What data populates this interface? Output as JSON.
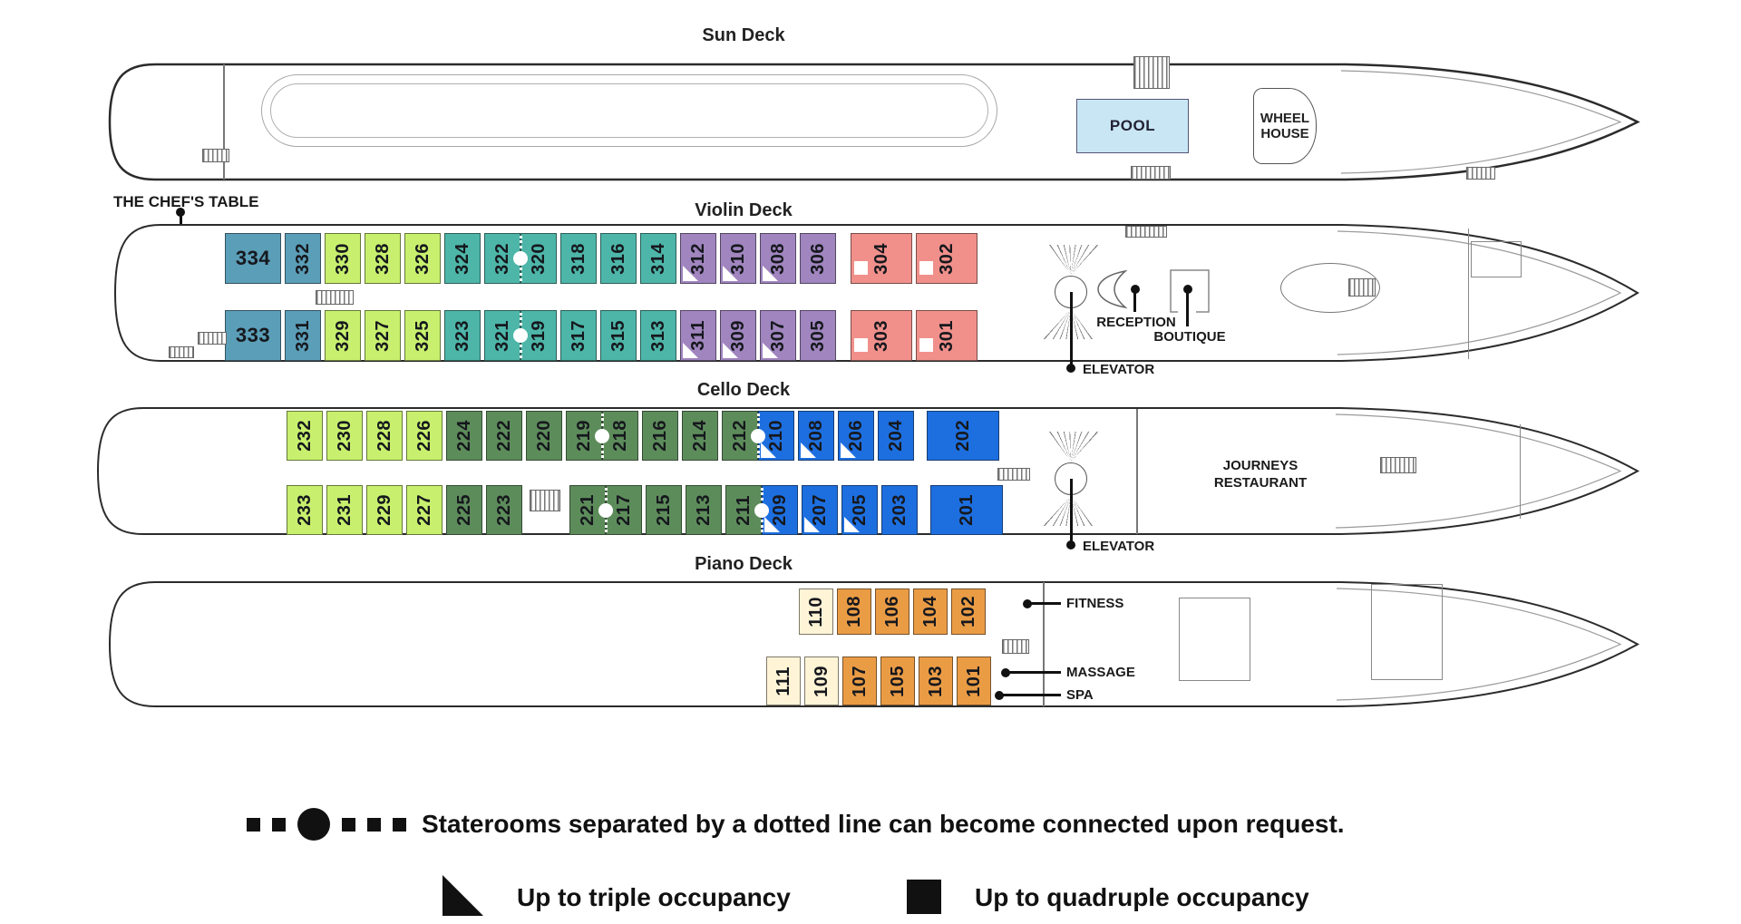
{
  "colors": {
    "steelblue": "#5B9EB8",
    "lightgreen": "#C8F06E",
    "teal": "#4DB6A9",
    "purple": "#A085BF",
    "salmon": "#F1908B",
    "darkgreen": "#5D8C5B",
    "blue": "#1D6FE0",
    "cream": "#FFF4D6",
    "orange": "#EA9C45",
    "pool": "#C9E6F5"
  },
  "decks": {
    "sun": {
      "title": "Sun Deck",
      "pool_label": "POOL",
      "wheelhouse_label": [
        "WHEEL",
        "HOUSE"
      ]
    },
    "violin": {
      "title": "Violin Deck",
      "chefs_table_label": "THE CHEF'S TABLE",
      "reception_label": "RECEPTION",
      "boutique_label": "BOUTIQUE",
      "elevator_label": "ELEVATOR",
      "rows": [
        [
          {
            "n": "334",
            "c": "steelblue",
            "k": "wide",
            "h": true
          },
          {
            "n": "332",
            "c": "steelblue"
          },
          {
            "n": "330",
            "c": "lightgreen"
          },
          {
            "n": "328",
            "c": "lightgreen"
          },
          {
            "n": "326",
            "c": "lightgreen"
          },
          {
            "n": "324",
            "c": "teal"
          },
          {
            "n": "322",
            "c": "teal",
            "conn": true
          },
          {
            "n": "320",
            "c": "teal"
          },
          {
            "n": "318",
            "c": "teal"
          },
          {
            "n": "316",
            "c": "teal"
          },
          {
            "n": "314",
            "c": "teal"
          },
          {
            "n": "312",
            "c": "purple",
            "tri": true
          },
          {
            "n": "310",
            "c": "purple",
            "tri": true
          },
          {
            "n": "308",
            "c": "purple",
            "tri": true
          },
          {
            "n": "306",
            "c": "purple"
          },
          {
            "n": "304",
            "c": "salmon",
            "k": "suite",
            "quad": true,
            "gap": 12
          },
          {
            "n": "302",
            "c": "salmon",
            "k": "suite",
            "quad": true
          }
        ],
        [
          {
            "n": "333",
            "c": "steelblue",
            "k": "wide",
            "h": true
          },
          {
            "n": "331",
            "c": "steelblue"
          },
          {
            "n": "329",
            "c": "lightgreen"
          },
          {
            "n": "327",
            "c": "lightgreen"
          },
          {
            "n": "325",
            "c": "lightgreen"
          },
          {
            "n": "323",
            "c": "teal"
          },
          {
            "n": "321",
            "c": "teal",
            "conn": true
          },
          {
            "n": "319",
            "c": "teal"
          },
          {
            "n": "317",
            "c": "teal"
          },
          {
            "n": "315",
            "c": "teal"
          },
          {
            "n": "313",
            "c": "teal"
          },
          {
            "n": "311",
            "c": "purple",
            "tri": true
          },
          {
            "n": "309",
            "c": "purple",
            "tri": true
          },
          {
            "n": "307",
            "c": "purple",
            "tri": true
          },
          {
            "n": "305",
            "c": "purple"
          },
          {
            "n": "303",
            "c": "salmon",
            "k": "suite",
            "quad": true,
            "gap": 12
          },
          {
            "n": "301",
            "c": "salmon",
            "k": "suite",
            "quad": true
          }
        ]
      ]
    },
    "cello": {
      "title": "Cello Deck",
      "restaurant_label": [
        "JOURNEYS",
        "RESTAURANT"
      ],
      "elevator_label": "ELEVATOR",
      "rows": [
        [
          {
            "n": "232",
            "c": "lightgreen"
          },
          {
            "n": "230",
            "c": "lightgreen"
          },
          {
            "n": "228",
            "c": "lightgreen"
          },
          {
            "n": "226",
            "c": "lightgreen"
          },
          {
            "n": "224",
            "c": "darkgreen"
          },
          {
            "n": "222",
            "c": "darkgreen"
          },
          {
            "n": "220",
            "c": "darkgreen"
          },
          {
            "n": "219",
            "c": "darkgreen",
            "conn": true
          },
          {
            "n": "218",
            "c": "darkgreen"
          },
          {
            "n": "216",
            "c": "darkgreen"
          },
          {
            "n": "214",
            "c": "darkgreen"
          },
          {
            "n": "212",
            "c": "darkgreen",
            "conn": true
          },
          {
            "n": "210",
            "c": "blue",
            "tri": true
          },
          {
            "n": "208",
            "c": "blue",
            "tri": true
          },
          {
            "n": "206",
            "c": "blue",
            "tri": true
          },
          {
            "n": "204",
            "c": "blue"
          },
          {
            "n": "202",
            "c": "blue",
            "k": "cwide",
            "gap": 10
          }
        ],
        [
          {
            "n": "233",
            "c": "lightgreen"
          },
          {
            "n": "231",
            "c": "lightgreen"
          },
          {
            "n": "229",
            "c": "lightgreen"
          },
          {
            "n": "227",
            "c": "lightgreen"
          },
          {
            "n": "225",
            "c": "darkgreen"
          },
          {
            "n": "223",
            "c": "darkgreen"
          },
          {
            "n": "221",
            "c": "darkgreen",
            "conn": true,
            "gap": 48
          },
          {
            "n": "217",
            "c": "darkgreen"
          },
          {
            "n": "215",
            "c": "darkgreen"
          },
          {
            "n": "213",
            "c": "darkgreen"
          },
          {
            "n": "211",
            "c": "darkgreen",
            "conn": true
          },
          {
            "n": "209",
            "c": "blue",
            "tri": true
          },
          {
            "n": "207",
            "c": "blue",
            "tri": true
          },
          {
            "n": "205",
            "c": "blue",
            "tri": true
          },
          {
            "n": "203",
            "c": "blue"
          },
          {
            "n": "201",
            "c": "blue",
            "k": "cwide",
            "gap": 10
          }
        ]
      ]
    },
    "piano": {
      "title": "Piano Deck",
      "fitness_label": "FITNESS",
      "massage_label": "MASSAGE",
      "spa_label": "SPA",
      "rows": [
        [
          {
            "n": "110",
            "c": "cream",
            "k": "pstd"
          },
          {
            "n": "108",
            "c": "orange",
            "k": "pstd"
          },
          {
            "n": "106",
            "c": "orange",
            "k": "pstd"
          },
          {
            "n": "104",
            "c": "orange",
            "k": "pstd"
          },
          {
            "n": "102",
            "c": "orange",
            "k": "pstd"
          }
        ],
        [
          {
            "n": "111",
            "c": "cream",
            "k": "pstd"
          },
          {
            "n": "109",
            "c": "cream",
            "k": "pstd"
          },
          {
            "n": "107",
            "c": "orange",
            "k": "pstd"
          },
          {
            "n": "105",
            "c": "orange",
            "k": "pstd"
          },
          {
            "n": "103",
            "c": "orange",
            "k": "pstd"
          },
          {
            "n": "101",
            "c": "orange",
            "k": "pstd"
          }
        ]
      ]
    }
  },
  "legend": {
    "connected_note": "Staterooms separated by a dotted line can become connected upon request.",
    "triple_label": "Up to triple occupancy",
    "quadruple_label": "Up to quadruple occupancy"
  }
}
